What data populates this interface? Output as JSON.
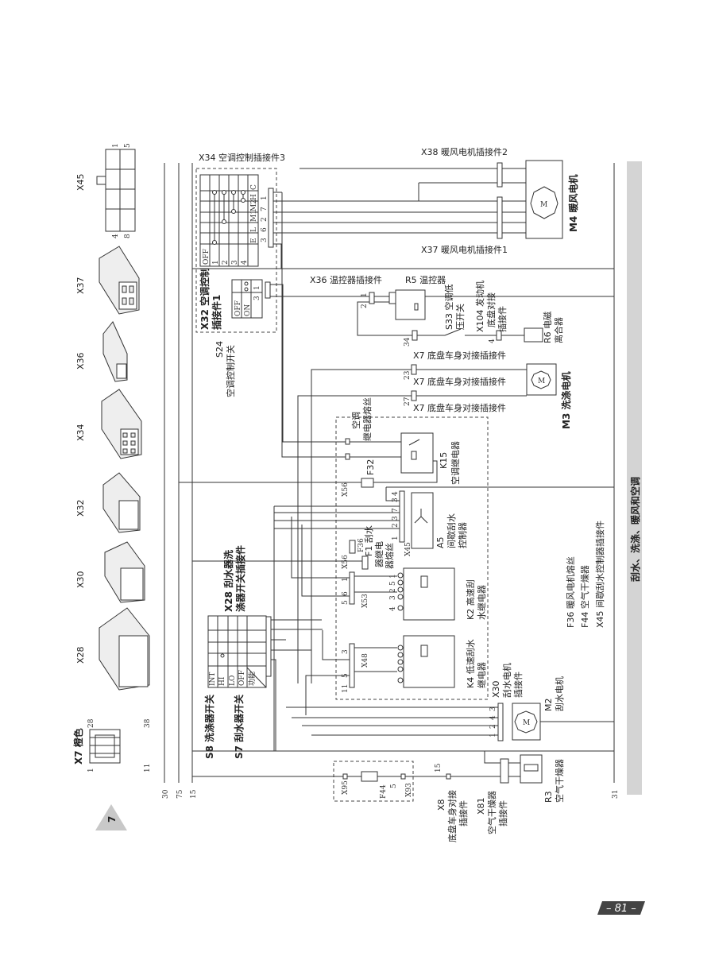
{
  "page": {
    "chapter_tab": "7",
    "page_number": "– 81 –",
    "title": "刮水、洗涤、暖风和空调"
  },
  "buses": {
    "b30": "30",
    "b75": "75",
    "b15": "15",
    "b31": "31"
  },
  "pictorial_connectors": {
    "x45": "X45",
    "x37": "X37",
    "x36": "X36",
    "x34": "X34",
    "x32": "X32",
    "x30": "X30",
    "x28": "X28",
    "x7": "X7 橙色",
    "x45_pins": [
      "1",
      "5",
      "4",
      "8"
    ],
    "x7_pins": [
      "1",
      "28",
      "11",
      "38"
    ]
  },
  "s24": {
    "x34_label": "X34 空调控制插接件3",
    "rows": [
      "OFF",
      "1",
      "2",
      "3",
      "4"
    ],
    "cols": [
      "E",
      "L",
      "M1",
      "M2",
      "H",
      "C"
    ],
    "pins": [
      "3",
      "6",
      "2",
      "7",
      "1"
    ],
    "x32_line1": "X32 空调控制",
    "x32_line2": "插接件1",
    "x32_rows": [
      "OFF",
      "ON"
    ],
    "x32_pins": [
      "1",
      "3"
    ],
    "label_line1": "S24",
    "label_line2": "空调控制开关"
  },
  "heater": {
    "x38_label": "X38 暖风电机插接件2",
    "x37_label": "X37 暖风电机插接件1",
    "m4_label": "M4 暖风电机",
    "motor_symbol": "M"
  },
  "thermostat": {
    "x36_label": "X36 温控器插接件",
    "r5_label": "R5 温控器",
    "x36_pins": [
      "1",
      "2"
    ],
    "s33_line1": "S33 空调低",
    "s33_line2": "压开关",
    "x104_line1": "X104 发动机",
    "x104_line2": "底盘对接",
    "x104_line3": "插接件",
    "r6_line1": "R6 电磁",
    "r6_line2": "离合器",
    "pin34": "34",
    "pin4": "4"
  },
  "washer": {
    "x7_label_1": "X7 底盘车身对接插接件",
    "x7_label_2": "X7 底盘车身对接插接件",
    "x7_label_3": "X7 底盘车身对接插接件",
    "pin23": "23",
    "pin27": "27",
    "m3_label": "M3 洗涤电机",
    "motor_symbol": "M"
  },
  "relay_box": {
    "k15_fuse_label_1": "空调",
    "k15_fuse_label_2": "继电器熔丝",
    "k15_label_1": "K15",
    "k15_label_2": "空调继电器",
    "f32": "F32",
    "x56_a": "X56",
    "x56_b": "X56",
    "a5_line1": "A5",
    "a5_line2": "间歇刮水",
    "a5_line3": "控制器",
    "x45_label": "X45",
    "x45_pins": [
      "1",
      "2",
      "3",
      "7",
      "3",
      "4"
    ],
    "f36": "F36",
    "f1_line1": "F1 刮水",
    "f1_line2": "器继电",
    "f1_line3": "器熔丝",
    "k2_line1": "K2 高速刮",
    "k2_line2": "水继电器",
    "k4_line1": "K4 低速刮水",
    "k4_line2": "继电器",
    "relay_pins": [
      "1",
      "5",
      "2",
      "3",
      "4"
    ],
    "x53": "X53",
    "x53_pins": [
      "1",
      "6",
      "5"
    ],
    "x48": "X48",
    "x48_pins": [
      "3",
      "5",
      "11"
    ]
  },
  "wiper_switch": {
    "x28_line1": "X28 刮水器洗",
    "x28_line2": "涤器开关插接件",
    "rows": [
      "INT",
      "HI",
      "LO",
      "OFF",
      "功能"
    ],
    "s8_label": "S8 洗涤器开关",
    "s7_label": "S7 刮水器开关"
  },
  "wiper_motor": {
    "x30_line1": "X30",
    "x30_line2": "刮水电机",
    "x30_line3": "插接件",
    "pins": [
      "1",
      "2",
      "4",
      "3"
    ],
    "m2_line1": "M2",
    "m2_line2": "刮水电机",
    "motor_symbol": "M"
  },
  "dryer": {
    "x95": "X95",
    "f44": "F44",
    "pin5": "5",
    "x93": "X93",
    "pin15": "15",
    "x8_line1": "X8",
    "x8_line2": "底盘车身对接",
    "x8_line3": "插接件",
    "x81_line1": "X81",
    "x81_line2": "空气干燥器",
    "x81_line3": "插接件",
    "r3_line1": "R3",
    "r3_line2": "空气干燥器"
  },
  "legend": {
    "f36": "F36 暖风电机熔丝",
    "f44": "F44 空气干燥器",
    "x45": "X45 间歇刮水控制器插接件"
  }
}
